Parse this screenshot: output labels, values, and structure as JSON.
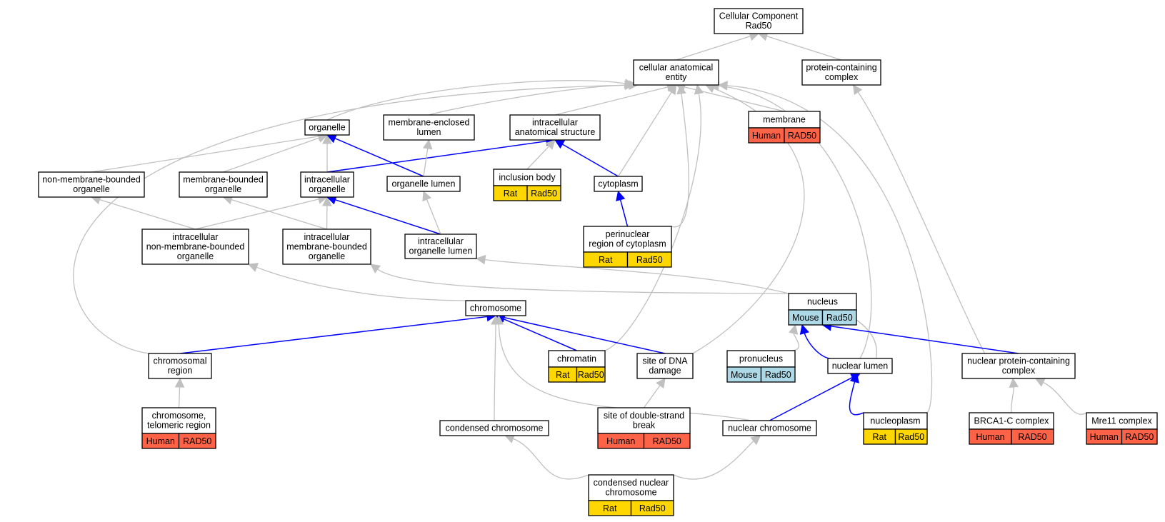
{
  "colors": {
    "Human": "#ff6347",
    "Rat": "#ffd700",
    "Mouse": "#add8e6",
    "edge_is_a": "#c0c0c0",
    "edge_part_of": "#0000ff"
  },
  "nodes": {
    "root": {
      "lines": [
        "Cellular Component",
        "Rad50"
      ]
    },
    "cae": {
      "lines": [
        "cellular anatomical",
        "entity"
      ]
    },
    "pcc": {
      "lines": [
        "protein-containing",
        "complex"
      ]
    },
    "organelle": {
      "lines": [
        "organelle"
      ]
    },
    "mel": {
      "lines": [
        "membrane-enclosed",
        "lumen"
      ]
    },
    "ias": {
      "lines": [
        "intracellular",
        "anatomical structure"
      ]
    },
    "membrane": {
      "lines": [
        "membrane"
      ],
      "annotation": {
        "species": "Human",
        "gene": "RAD50"
      }
    },
    "nmbo": {
      "lines": [
        "non-membrane-bounded",
        "organelle"
      ]
    },
    "mbo": {
      "lines": [
        "membrane-bounded",
        "organelle"
      ]
    },
    "io": {
      "lines": [
        "intracellular",
        "organelle"
      ]
    },
    "ol": {
      "lines": [
        "organelle lumen"
      ]
    },
    "ib": {
      "lines": [
        "inclusion body"
      ],
      "annotation": {
        "species": "Rat",
        "gene": "Rad50"
      }
    },
    "cyto": {
      "lines": [
        "cytoplasm"
      ]
    },
    "inmbo": {
      "lines": [
        "intracellular",
        "non-membrane-bounded",
        "organelle"
      ]
    },
    "imbo": {
      "lines": [
        "intracellular",
        "membrane-bounded",
        "organelle"
      ]
    },
    "iol": {
      "lines": [
        "intracellular",
        "organelle lumen"
      ]
    },
    "prc": {
      "lines": [
        "perinuclear",
        "region of cytoplasm"
      ],
      "annotation": {
        "species": "Rat",
        "gene": "Rad50"
      }
    },
    "chrom": {
      "lines": [
        "chromosome"
      ]
    },
    "nucleus": {
      "lines": [
        "nucleus"
      ],
      "annotation": {
        "species": "Mouse",
        "gene": "Rad50"
      }
    },
    "cr": {
      "lines": [
        "chromosomal",
        "region"
      ]
    },
    "chromatin": {
      "lines": [
        "chromatin"
      ],
      "annotation": {
        "species": "Rat",
        "gene": "Rad50"
      }
    },
    "sdd": {
      "lines": [
        "site of DNA",
        "damage"
      ]
    },
    "pron": {
      "lines": [
        "pronucleus"
      ],
      "annotation": {
        "species": "Mouse",
        "gene": "Rad50"
      }
    },
    "nl": {
      "lines": [
        "nuclear lumen"
      ]
    },
    "npcc": {
      "lines": [
        "nuclear protein-containing",
        "complex"
      ]
    },
    "ctr": {
      "lines": [
        "chromosome,",
        "telomeric region"
      ],
      "annotation": {
        "species": "Human",
        "gene": "RAD50"
      }
    },
    "cc": {
      "lines": [
        "condensed chromosome"
      ]
    },
    "sdsb": {
      "lines": [
        "site of double-strand",
        "break"
      ],
      "annotation": {
        "species": "Human",
        "gene": "RAD50"
      }
    },
    "nc": {
      "lines": [
        "nuclear chromosome"
      ]
    },
    "np": {
      "lines": [
        "nucleoplasm"
      ],
      "annotation": {
        "species": "Rat",
        "gene": "Rad50"
      }
    },
    "brca": {
      "lines": [
        "BRCA1-C complex"
      ],
      "annotation": {
        "species": "Human",
        "gene": "RAD50"
      }
    },
    "mre11": {
      "lines": [
        "Mre11 complex"
      ],
      "annotation": {
        "species": "Human",
        "gene": "RAD50"
      }
    },
    "cnc": {
      "lines": [
        "condensed nuclear",
        "chromosome"
      ],
      "annotation": {
        "species": "Rat",
        "gene": "Rad50"
      }
    }
  },
  "edges": [
    {
      "from": "cae",
      "to": "root",
      "type": "is_a"
    },
    {
      "from": "pcc",
      "to": "root",
      "type": "is_a"
    },
    {
      "from": "organelle",
      "to": "cae",
      "type": "is_a"
    },
    {
      "from": "mel",
      "to": "cae",
      "type": "is_a"
    },
    {
      "from": "ias",
      "to": "cae",
      "type": "is_a"
    },
    {
      "from": "membrane",
      "to": "cae",
      "type": "is_a"
    },
    {
      "from": "cyto",
      "to": "cae",
      "type": "is_a"
    },
    {
      "from": "prc",
      "to": "cae",
      "type": "is_a"
    },
    {
      "from": "chromatin",
      "to": "cae",
      "type": "is_a"
    },
    {
      "from": "sdd",
      "to": "cae",
      "type": "is_a"
    },
    {
      "from": "nl",
      "to": "cae",
      "type": "is_a"
    },
    {
      "from": "np",
      "to": "cae",
      "type": "is_a"
    },
    {
      "from": "cr",
      "to": "cae",
      "type": "is_a"
    },
    {
      "from": "npcc",
      "to": "pcc",
      "type": "is_a"
    },
    {
      "from": "nmbo",
      "to": "organelle",
      "type": "is_a"
    },
    {
      "from": "mbo",
      "to": "organelle",
      "type": "is_a"
    },
    {
      "from": "io",
      "to": "organelle",
      "type": "is_a"
    },
    {
      "from": "ol",
      "to": "organelle",
      "type": "part_of"
    },
    {
      "from": "io",
      "to": "ias",
      "type": "part_of"
    },
    {
      "from": "ol",
      "to": "mel",
      "type": "is_a"
    },
    {
      "from": "ib",
      "to": "ias",
      "type": "is_a"
    },
    {
      "from": "cyto",
      "to": "ias",
      "type": "part_of"
    },
    {
      "from": "inmbo",
      "to": "nmbo",
      "type": "is_a"
    },
    {
      "from": "inmbo",
      "to": "io",
      "type": "is_a"
    },
    {
      "from": "imbo",
      "to": "mbo",
      "type": "is_a"
    },
    {
      "from": "imbo",
      "to": "io",
      "type": "is_a"
    },
    {
      "from": "iol",
      "to": "io",
      "type": "part_of"
    },
    {
      "from": "iol",
      "to": "ol",
      "type": "is_a"
    },
    {
      "from": "prc",
      "to": "cyto",
      "type": "part_of"
    },
    {
      "from": "nucleus",
      "to": "imbo",
      "type": "is_a"
    },
    {
      "from": "chrom",
      "to": "inmbo",
      "type": "is_a"
    },
    {
      "from": "nl",
      "to": "iol",
      "type": "is_a"
    },
    {
      "from": "cr",
      "to": "chrom",
      "type": "part_of"
    },
    {
      "from": "chromatin",
      "to": "chrom",
      "type": "part_of"
    },
    {
      "from": "sdd",
      "to": "chrom",
      "type": "part_of"
    },
    {
      "from": "cc",
      "to": "chrom",
      "type": "is_a"
    },
    {
      "from": "nc",
      "to": "chrom",
      "type": "is_a"
    },
    {
      "from": "pron",
      "to": "nucleus",
      "type": "is_a"
    },
    {
      "from": "nl",
      "to": "nucleus",
      "type": "part_of"
    },
    {
      "from": "npcc",
      "to": "nucleus",
      "type": "part_of"
    },
    {
      "from": "ctr",
      "to": "cr",
      "type": "is_a"
    },
    {
      "from": "sdsb",
      "to": "sdd",
      "type": "is_a"
    },
    {
      "from": "nc",
      "to": "nl",
      "type": "part_of"
    },
    {
      "from": "np",
      "to": "nl",
      "type": "part_of"
    },
    {
      "from": "brca",
      "to": "npcc",
      "type": "is_a"
    },
    {
      "from": "mre11",
      "to": "npcc",
      "type": "is_a"
    },
    {
      "from": "cnc",
      "to": "cc",
      "type": "is_a"
    },
    {
      "from": "cnc",
      "to": "nc",
      "type": "is_a"
    }
  ]
}
